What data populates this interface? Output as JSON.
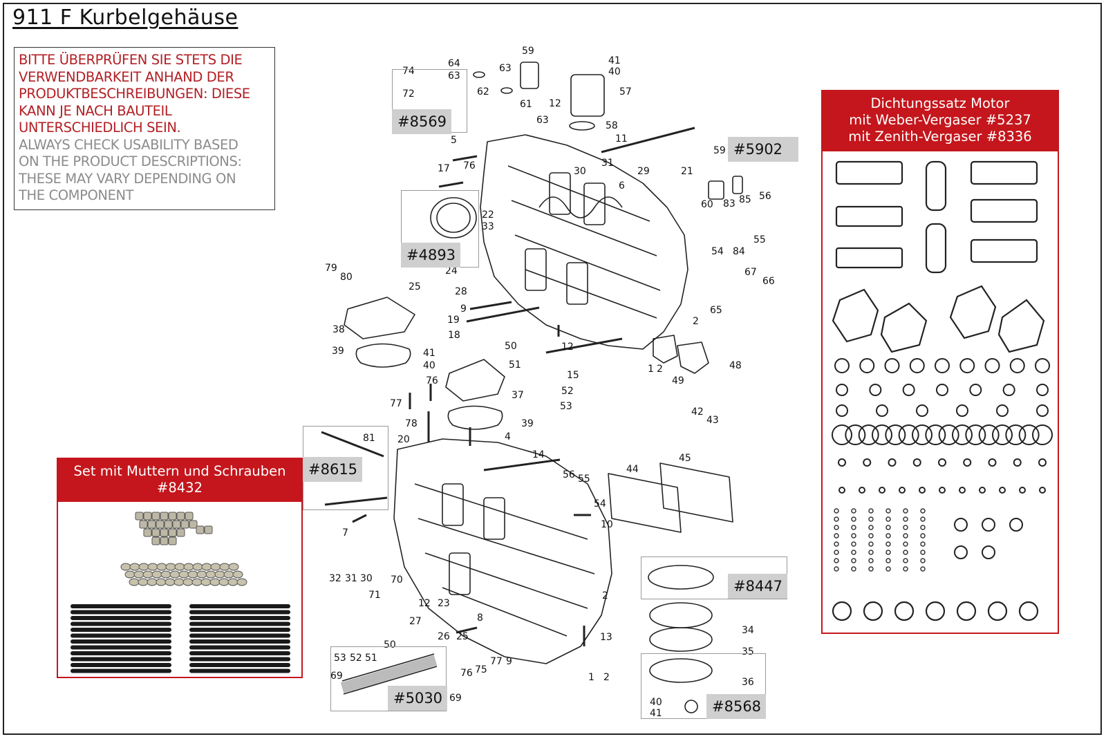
{
  "title": "911 F Kurbelgehäuse",
  "notice": {
    "de_lines": [
      "BITTE ÜBERPRÜFEN SIE STETS DIE",
      "VERWENDBARKEIT ANHAND DER",
      "PRODUKTBESCHREIBUNGEN: DIESE",
      "KANN JE NACH BAUTEIL",
      "UNTERSCHIEDLICH SEIN."
    ],
    "en_lines": [
      "ALWAYS CHECK USABILITY BASED",
      "ON THE PRODUCT DESCRIPTIONS:",
      "THESE MAY VARY DEPENDING ON",
      "THE COMPONENT"
    ]
  },
  "nuts_set": {
    "line1": "Set mit Muttern und Schrauben",
    "line2": "#8432"
  },
  "gasket_set": {
    "line1": "Dichtungssatz Motor",
    "line2": "mit Weber-Vergaser #5237",
    "line3": "mit Zenith-Vergaser #8336"
  },
  "tags": [
    "#8569",
    "#4893",
    "#5902",
    "#8615",
    "#8447",
    "#5030",
    "#8568"
  ],
  "part_numbers": [
    "74",
    "64",
    "63",
    "72",
    "59",
    "63",
    "62",
    "61",
    "63",
    "41",
    "40",
    "57",
    "58",
    "12",
    "11",
    "5",
    "17",
    "76",
    "30",
    "31",
    "29",
    "21",
    "22",
    "33",
    "59",
    "60",
    "83",
    "85",
    "56",
    "55",
    "54",
    "84",
    "79",
    "80",
    "25",
    "24",
    "28",
    "67",
    "66",
    "9",
    "19",
    "18",
    "65",
    "2",
    "38",
    "39",
    "41",
    "40",
    "50",
    "51",
    "12",
    "15",
    "52",
    "53",
    "37",
    "49",
    "48",
    "42",
    "43",
    "76",
    "77",
    "78",
    "39",
    "81",
    "20",
    "14",
    "44",
    "45",
    "56",
    "55",
    "54",
    "10",
    "7",
    "32",
    "31",
    "30",
    "70",
    "71",
    "12",
    "23",
    "27",
    "26",
    "25",
    "8",
    "2",
    "53",
    "52",
    "51",
    "50",
    "76",
    "75",
    "77",
    "9",
    "1",
    "2",
    "13",
    "69",
    "69",
    "34",
    "35",
    "36",
    "40",
    "41",
    "1",
    "2",
    "4",
    "6"
  ],
  "colors": {
    "accent": "#c4161c",
    "tag_bg": "#cfcfcf",
    "notice_de": "#b32025",
    "notice_en": "#8c8c8c"
  }
}
